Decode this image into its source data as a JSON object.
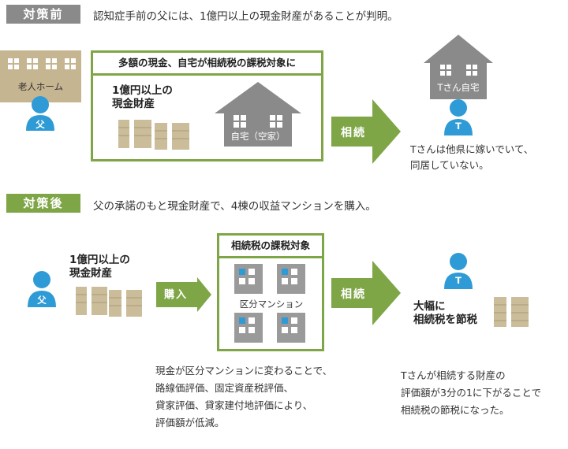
{
  "before": {
    "tag": "対策前",
    "lead": "認知症手前の父には、1億円以上の現金財産があることが判明。",
    "nursing_home": "老人ホーム",
    "father": "父",
    "box_header": "多額の現金、自宅が相続税の課税対象に",
    "cash_label": "1億円以上の\n現金財産",
    "house_label": "自宅（空家）",
    "arrow": "相続",
    "t_house": "Tさん自宅",
    "t_person": "T",
    "t_note": "Tさんは他県に嫁いでいて、\n同居していない。"
  },
  "after": {
    "tag": "対策後",
    "lead": "父の承諾のもと現金財産で、4棟の収益マンションを購入。",
    "father": "父",
    "cash_label": "1億円以上の\n現金財産",
    "buy_arrow": "購入",
    "box_header": "相続税の課税対象",
    "condo_label": "区分マンション",
    "arrow": "相続",
    "t_person": "T",
    "result": "大幅に\n相続税を節税",
    "note_left": "現金が区分マンションに変わることで、\n路線価評価、固定資産税評価、\n貸家評価、貸家建付地評価により、\n評価額が低減。",
    "note_right": "Tさんが相続する財産の\n評価額が3分の1に下がることで\n相続税の節税になった。"
  },
  "colors": {
    "green": "#7ea646",
    "gray_tag": "#8a8a8a",
    "house_gray": "#8a8a8a",
    "person_blue": "#2e9ad6",
    "cash": "#cbbd99",
    "nursing_home": "#c6b591"
  }
}
